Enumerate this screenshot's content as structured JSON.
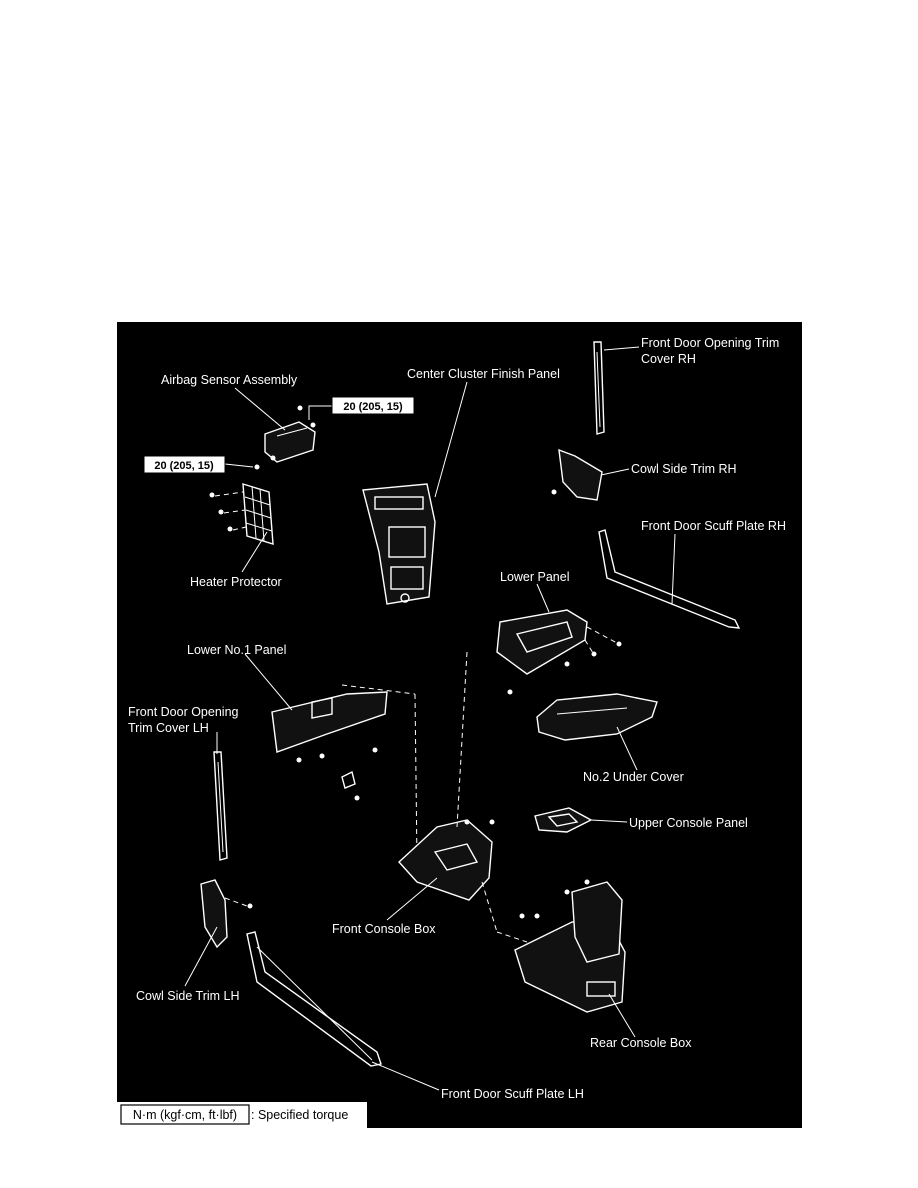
{
  "labels": {
    "front_door_opening_trim_cover_rh_1": "Front Door Opening Trim",
    "front_door_opening_trim_cover_rh_2": "Cover RH",
    "airbag_sensor_assembly": "Airbag Sensor Assembly",
    "center_cluster_finish_panel": "Center Cluster Finish Panel",
    "cowl_side_trim_rh": "Cowl Side Trim RH",
    "front_door_scuff_plate_rh": "Front Door Scuff Plate RH",
    "heater_protector": "Heater Protector",
    "lower_panel": "Lower Panel",
    "lower_no1_panel": "Lower No.1 Panel",
    "front_door_opening_trim_cover_lh_1": "Front Door Opening",
    "front_door_opening_trim_cover_lh_2": "Trim Cover LH",
    "no2_under_cover": "No.2 Under Cover",
    "upper_console_panel": "Upper Console Panel",
    "front_console_box": "Front Console Box",
    "cowl_side_trim_lh": "Cowl Side Trim LH",
    "rear_console_box": "Rear Console Box",
    "front_door_scuff_plate_lh": "Front Door Scuff Plate LH"
  },
  "torque": {
    "upper": "20 (205, 15)",
    "lower": "20 (205, 15)"
  },
  "legend": {
    "unit_box": "N·m (kgf·cm, ft·lbf)",
    "description": ": Specified torque"
  }
}
